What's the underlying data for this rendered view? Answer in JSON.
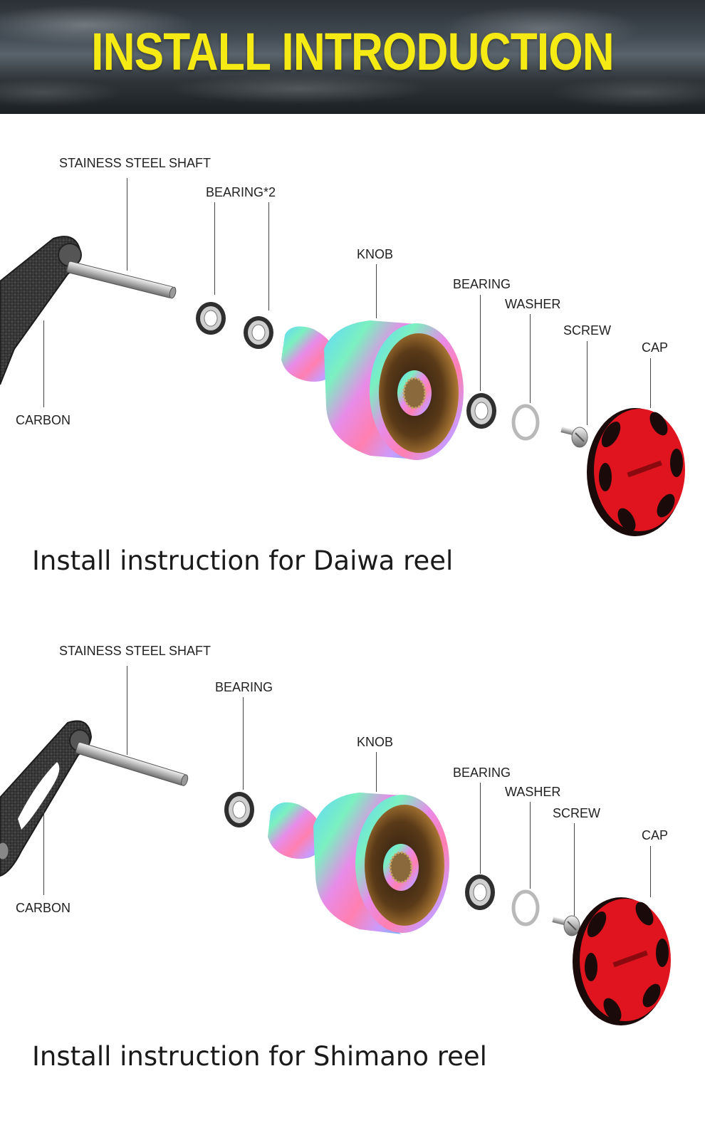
{
  "banner": {
    "title": "INSTALL INTRODUCTION"
  },
  "daiwa": {
    "caption": "Install instruction for Daiwa  reel",
    "labels": {
      "shaft": "STAINESS STEEL SHAFT",
      "bearing_pair": "BEARING*2",
      "knob": "KNOB",
      "bearing": "BEARING",
      "washer": "WASHER",
      "screw": "SCREW",
      "cap": "CAP",
      "carbon": "CARBON"
    }
  },
  "shimano": {
    "caption": "Install instruction for Shimano reel",
    "labels": {
      "shaft": "STAINESS STEEL SHAFT",
      "bearing_top": "BEARING",
      "knob": "KNOB",
      "bearing": "BEARING",
      "washer": "WASHER",
      "screw": "SCREW",
      "cap": "CAP",
      "carbon": "CARBON"
    }
  },
  "colors": {
    "banner_text": "#f6ea14",
    "cap_red": "#e0141e",
    "carbon": "#3a3a3a"
  }
}
